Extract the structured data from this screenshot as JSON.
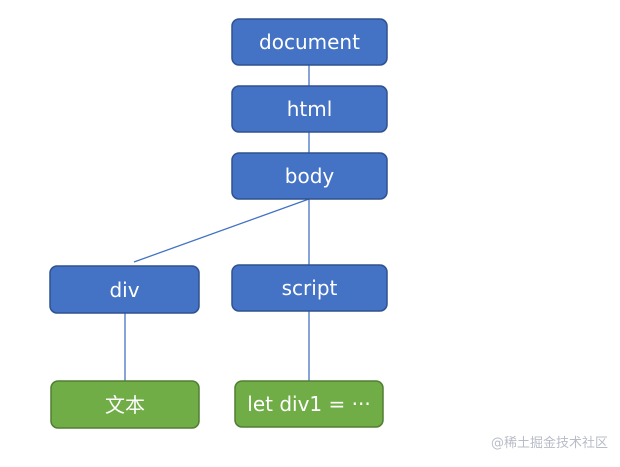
{
  "diagram": {
    "nodes": [
      {
        "id": "document",
        "label": "document"
      },
      {
        "id": "html",
        "label": "html"
      },
      {
        "id": "body",
        "label": "body"
      },
      {
        "id": "div",
        "label": "div"
      },
      {
        "id": "script",
        "label": "script"
      },
      {
        "id": "text",
        "label": "文本"
      },
      {
        "id": "let",
        "label": "let div1 = ···"
      }
    ],
    "edges": [
      {
        "from": "document",
        "to": "html"
      },
      {
        "from": "html",
        "to": "body"
      },
      {
        "from": "body",
        "to": "div"
      },
      {
        "from": "body",
        "to": "script"
      },
      {
        "from": "div",
        "to": "text"
      },
      {
        "from": "script",
        "to": "let"
      }
    ],
    "colors": {
      "element_fill": "#4472c4",
      "element_border": "#2f528f",
      "text_fill": "#70ad47",
      "text_border": "#507e32",
      "edge": "#4472c4"
    }
  },
  "watermark": "@稀土掘金技术社区"
}
